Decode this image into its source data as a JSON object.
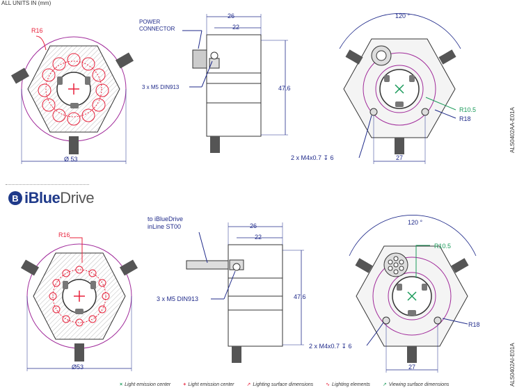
{
  "header": {
    "units_note": "ALL UNITS IN (mm)"
  },
  "brand": {
    "logo_text_bold": "iBlue",
    "logo_text_light": "Drive",
    "logo_badge": "B"
  },
  "drawing_codes": {
    "top": "ALS0402AA-E01A",
    "bottom": "ALS0402AI-E01A"
  },
  "top_section": {
    "front_view": {
      "radius_label": "R16",
      "diameter_label": "Ø 53"
    },
    "side_view": {
      "connector_label_line1": "POWER",
      "connector_label_line2": "CONNECTOR",
      "dim_26": "26",
      "dim_22": "22",
      "height": "47.6",
      "screw_note": "3 x M5 DIN913"
    },
    "back_view": {
      "angle": "120 °",
      "r105": "R10.5",
      "r18": "R18",
      "hole_note": "2 x M4x0.7 ↧ 6",
      "dim_27": "27"
    }
  },
  "bottom_section": {
    "front_view": {
      "radius_label": "R16",
      "diameter_label": "Ø53"
    },
    "side_view": {
      "cable_label_line1": "to iBlueDrive",
      "cable_label_line2": "inLine ST00",
      "dim_26": "26",
      "dim_22": "22",
      "height": "47.6",
      "screw_note": "3 x M5 DIN913"
    },
    "back_view": {
      "angle": "120 °",
      "r105": "R10.5",
      "r18": "R18",
      "hole_note": "2 x M4x0.7 ↧ 6",
      "dim_27": "27"
    }
  },
  "legend": [
    {
      "label": "Light emission center",
      "symbol": "×",
      "color": "#1a9a5a"
    },
    {
      "label": "Light emission center",
      "symbol": "+",
      "color": "#e8203a"
    },
    {
      "label": "Lighting surface dimensions",
      "symbol": "↗",
      "color": "#e8203a"
    },
    {
      "label": "Lighting elements",
      "symbol": "∿",
      "color": "#e8203a"
    },
    {
      "label": "Viewing surface dimensions",
      "symbol": "↗",
      "color": "#1a9a5a"
    }
  ],
  "colors": {
    "dimension": "#1f2a8a",
    "emission_red": "#e8203a",
    "viewing_green": "#1a9a5a",
    "ring_magenta": "#a02a9a",
    "part_fill": "#e8e8e8",
    "outline": "#333333"
  }
}
